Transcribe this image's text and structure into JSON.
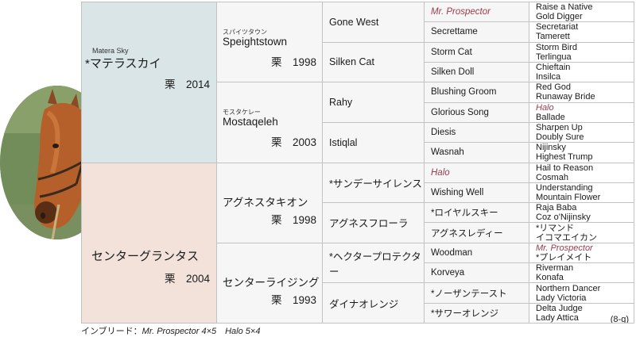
{
  "horse": {
    "sire": {
      "name_en": "Matera Sky",
      "name_kana": "*マテラスカイ",
      "color_year": "栗　2014",
      "sire": {
        "name_kana": "スパイツタウン",
        "name": "Speightstown",
        "color_year": "栗　1998",
        "sire": {
          "name": "Gone West",
          "sire": {
            "name": "Mr. Prospector",
            "parents": [
              "Raise a Native",
              "Gold Digger"
            ]
          },
          "dam": {
            "name": "Secrettame",
            "parents": [
              "Secretariat",
              "Tamerett"
            ]
          }
        },
        "dam": {
          "name": "Silken Cat",
          "sire": {
            "name": "Storm Cat",
            "parents": [
              "Storm Bird",
              "Terlingua"
            ]
          },
          "dam": {
            "name": "Silken Doll",
            "parents": [
              "Chieftain",
              "Insilca"
            ]
          }
        }
      },
      "dam": {
        "name_kana": "モスタケレー",
        "name": "Mostaqeleh",
        "color_year": "栗　2003",
        "sire": {
          "name": "Rahy",
          "sire": {
            "name": "Blushing Groom",
            "parents": [
              "Red God",
              "Runaway Bride"
            ]
          },
          "dam": {
            "name": "Glorious Song",
            "parents": [
              "Halo",
              "Ballade"
            ]
          }
        },
        "dam": {
          "name": "Istiqlal",
          "sire": {
            "name": "Diesis",
            "parents": [
              "Sharpen Up",
              "Doubly Sure"
            ]
          },
          "dam": {
            "name": "Wasnah",
            "parents": [
              "Nijinsky",
              "Highest Trump"
            ]
          }
        }
      }
    },
    "dam": {
      "name_kana": "センターグランタス",
      "color_year": "栗　2004",
      "sire": {
        "name": "アグネスタキオン",
        "color_year": "栗　1998",
        "sire": {
          "name": "*サンデーサイレンス",
          "sire": {
            "name": "Halo",
            "parents": [
              "Hail to Reason",
              "Cosmah"
            ]
          },
          "dam": {
            "name": "Wishing Well",
            "parents": [
              "Understanding",
              "Mountain Flower"
            ]
          }
        },
        "dam": {
          "name": "アグネスフローラ",
          "sire": {
            "name": "*ロイヤルスキー",
            "parents": [
              "Raja Baba",
              "Coz o'Nijinsky"
            ]
          },
          "dam": {
            "name": "アグネスレディー",
            "parents": [
              "*リマンド",
              "イコマエイカン"
            ]
          }
        }
      },
      "dam": {
        "name": "センターライジング",
        "color_year": "栗　1993",
        "sire": {
          "name": "*ヘクタープロテクター",
          "sire": {
            "name": "Woodman",
            "parents": [
              "Mr. Prospector",
              "*プレイメイト"
            ]
          },
          "dam": {
            "name": "Korveya",
            "parents": [
              "Riverman",
              "Konafa"
            ]
          }
        },
        "dam": {
          "name": "ダイナオレンジ",
          "sire": {
            "name": "*ノーザンテースト",
            "parents": [
              "Northern Dancer",
              "Lady Victoria"
            ]
          },
          "dam": {
            "name": "*サワーオレンジ",
            "parents": [
              "Delta Judge",
              "Lady Attica"
            ]
          }
        }
      }
    }
  },
  "family_number": "(8-g)",
  "footer": {
    "label": "インブリード：",
    "detail": "Mr. Prospector 4×5　Halo 5×4"
  },
  "colors": {
    "sire_bg": "#d9e5e6",
    "dam_bg": "#f3e2da",
    "inbreeding_text": "#9b3b4c"
  },
  "icons": {
    "portrait": "horse-head-photo"
  }
}
